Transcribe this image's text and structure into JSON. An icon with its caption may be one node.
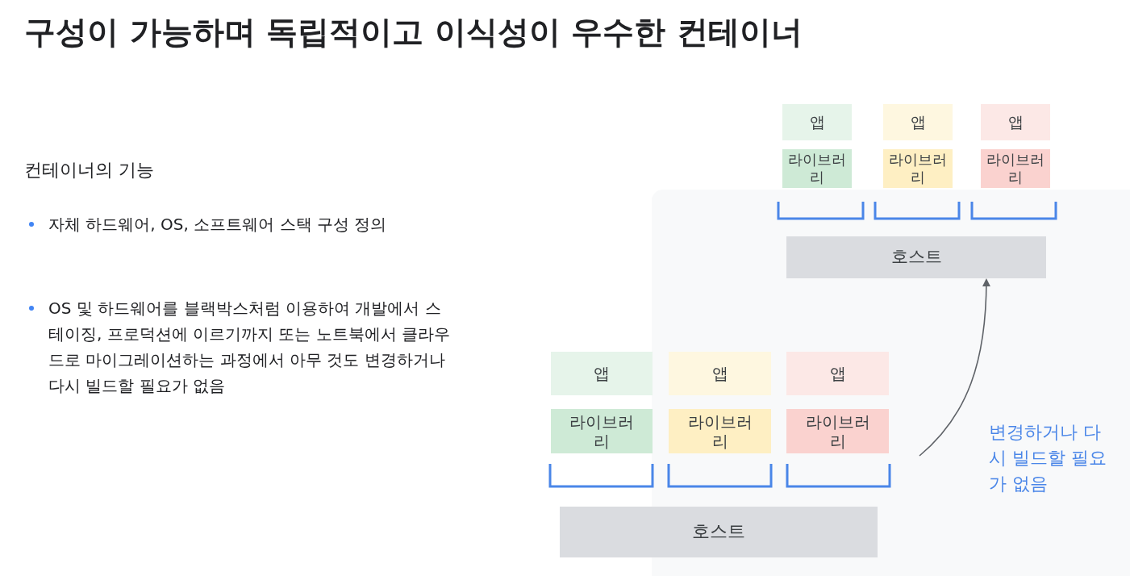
{
  "diagram": {
    "title": "구성이 가능하며 독립적이고 이식성이 우수한 컨테이너",
    "nodes": [
      {
        "text": [
          "앱"
        ]
      },
      {
        "text": [
          "앱"
        ]
      },
      {
        "text": [
          "앱"
        ]
      },
      {
        "text": [
          "라이브러리"
        ]
      },
      {
        "text": [
          "라이브러리"
        ]
      },
      {
        "text": [
          "라이브러리"
        ]
      },
      {
        "text": [
          "호스트"
        ]
      },
      {
        "text": [
          "앱"
        ]
      },
      {
        "text": [
          "앱"
        ]
      },
      {
        "text": [
          "앱"
        ]
      },
      {
        "text": [
          "라이브러리"
        ]
      },
      {
        "text": [
          "라이브러리"
        ]
      },
      {
        "text": [
          "라이브러리"
        ]
      },
      {
        "text": [
          "호스트"
        ]
      }
    ],
    "edges": [
      {
        "from": null,
        "to": 6,
        "arrow": "to"
      }
    ],
    "labels": [
      "컨테이너의 기능",
      "자체 하드웨어, OS, 소프트웨어 스택 구성 정의",
      "OS 및 하드웨어를 블랙박스처럼 이용하여 개발에서 스테이징, 프로덕션에 이르기까지 또는 노트북에서 클라우드로 마이그레이션하는 과정에서 아무 것도 변경하거나 다시 빌드할 필요가 없음",
      "변경하거나 다시 빌드할 필요가 없음"
    ]
  }
}
